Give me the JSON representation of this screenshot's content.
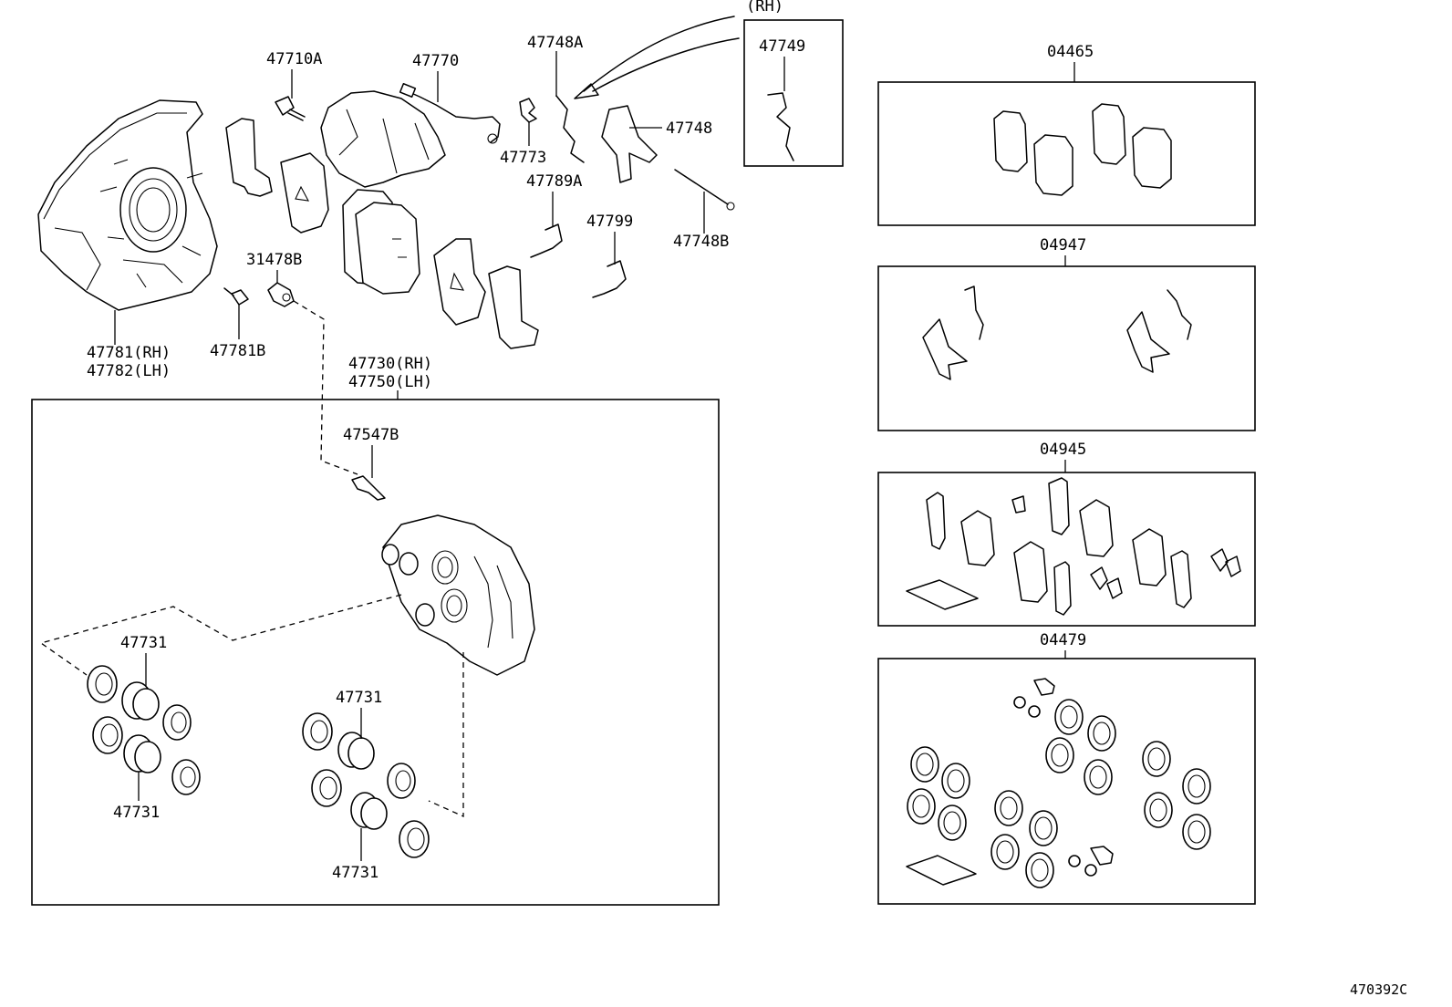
{
  "diagram_id": "470392C",
  "parts": {
    "p47710A": "47710A",
    "p47770": "47770",
    "p47748A": "47748A",
    "rh_tag": "(RH)",
    "p47749": "47749",
    "p47748": "47748",
    "p47773": "47773",
    "p47789A": "47789A",
    "p47799": "47799",
    "p47748B": "47748B",
    "p31478B": "31478B",
    "p47781": "47781(RH)",
    "p47782": "47782(LH)",
    "p47781B": "47781B",
    "p47730": "47730(RH)",
    "p47750": "47750(LH)",
    "p47547B": "47547B",
    "p47731_a": "47731",
    "p47731_b": "47731",
    "p47731_c": "47731",
    "p47731_d": "47731"
  },
  "kits": {
    "k04465": "04465",
    "k04947": "04947",
    "k04945": "04945",
    "k04479": "04479"
  }
}
